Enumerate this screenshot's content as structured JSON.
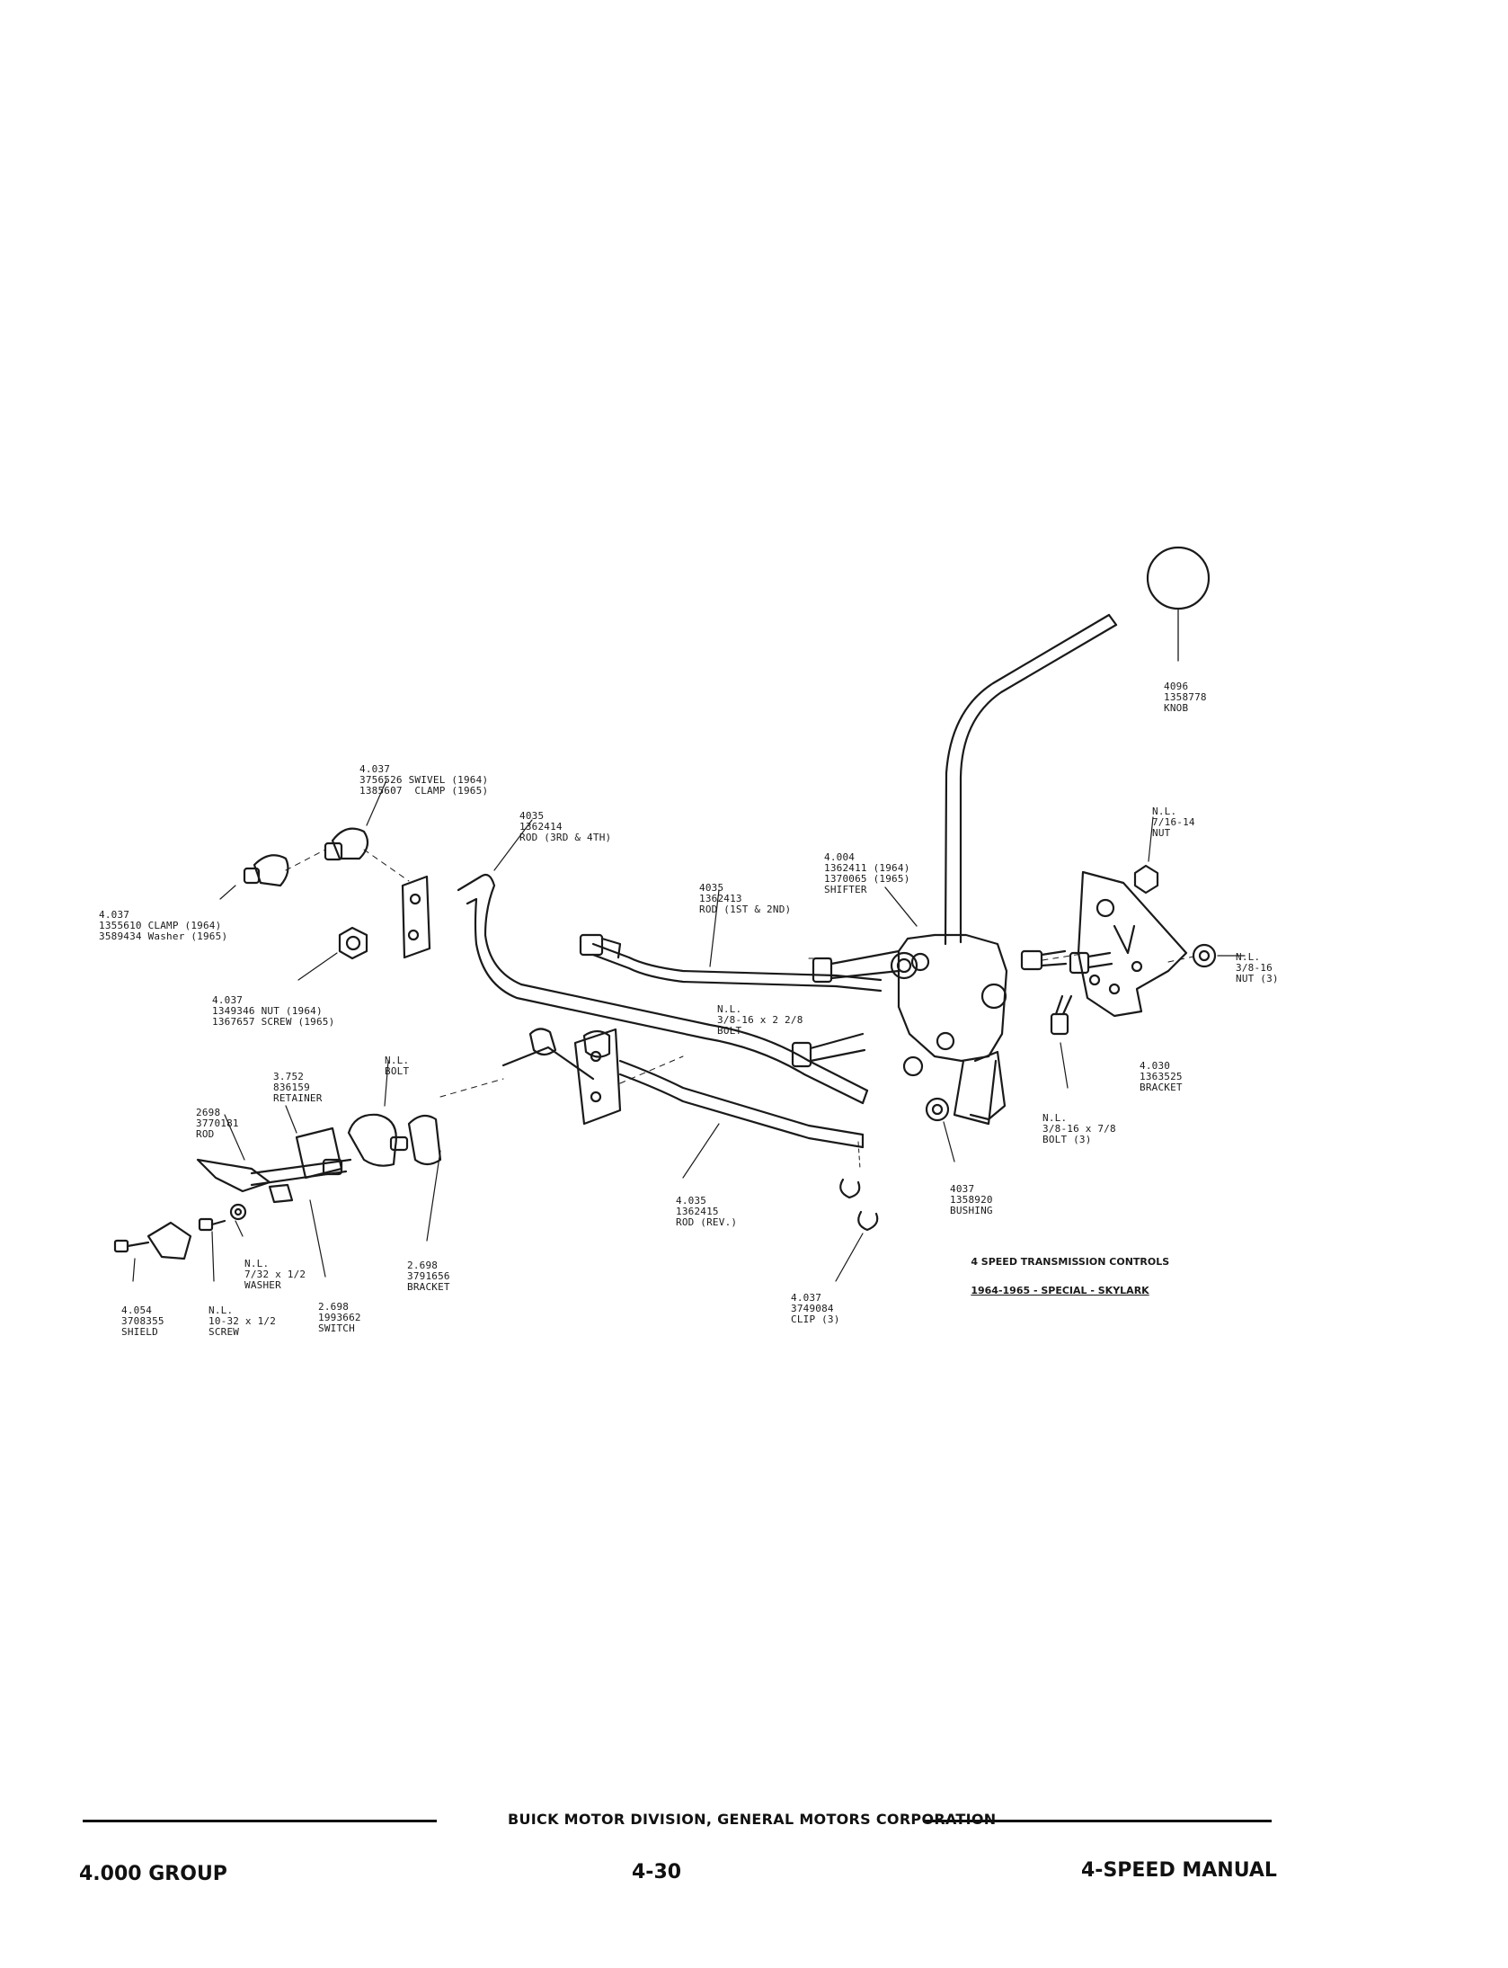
{
  "diagram": {
    "title_line1": "4 SPEED TRANSMISSION CONTROLS",
    "title_line2": "1964-1965 - SPECIAL - SKYLARK"
  },
  "labels": {
    "knob": [
      "4096",
      "1358778",
      "KNOB"
    ],
    "swivel_clamp": [
      "4.037",
      "3756526 SWIVEL (1964)",
      "1385607  CLAMP (1965)"
    ],
    "rod_3rd_4th": [
      "4035",
      "1362414",
      "ROD (3RD & 4TH)"
    ],
    "shifter": [
      "4.004",
      "1362411 (1964)",
      "1370065 (1965)",
      "SHIFTER"
    ],
    "nut_7_16": [
      "N.L.",
      "7/16-14",
      "NUT"
    ],
    "rod_1st_2nd": [
      "4035",
      "1362413",
      "ROD (1ST & 2ND)"
    ],
    "clamp_washer": [
      "4.037",
      "1355610 CLAMP (1964)",
      "3589434 Washer (1965)"
    ],
    "nut_screw": [
      "4.037",
      "1349346 NUT (1964)",
      "1367657 SCREW (1965)"
    ],
    "bolt_3_8_2_2_8": [
      "N.L.",
      "3/8-16 x 2 2/8",
      "BOLT"
    ],
    "nut_3_8": [
      "N.L.",
      "3/8-16",
      "NUT (3)"
    ],
    "bracket_4030": [
      "4.030",
      "1363525",
      "BRACKET"
    ],
    "bolt_nl": [
      "N.L.",
      "BOLT"
    ],
    "retainer": [
      "3.752",
      "836159",
      "RETAINER"
    ],
    "rod_2698": [
      "2698",
      "3770181",
      "ROD"
    ],
    "bolt_3_8_7_8": [
      "N.L.",
      "3/8-16 x 7/8",
      "BOLT (3)"
    ],
    "rod_rev": [
      "4.035",
      "1362415",
      "ROD (REV.)"
    ],
    "bushing": [
      "4037",
      "1358920",
      "BUSHING"
    ],
    "bracket_2698": [
      "2.698",
      "3791656",
      "BRACKET"
    ],
    "washer": [
      "N.L.",
      "7/32 x 1/2",
      "WASHER"
    ],
    "switch": [
      "2.698",
      "1993662",
      "SWITCH"
    ],
    "shield": [
      "4.054",
      "3708355",
      "SHIELD"
    ],
    "screw": [
      "N.L.",
      "10-32 x 1/2",
      "SCREW"
    ],
    "clip": [
      "4.037",
      "3749084",
      "CLIP (3)"
    ]
  },
  "footer": {
    "corporation": "BUICK MOTOR DIVISION, GENERAL MOTORS CORPORATION",
    "group": "4.000 GROUP",
    "page": "4-30",
    "title": "4-SPEED MANUAL"
  }
}
